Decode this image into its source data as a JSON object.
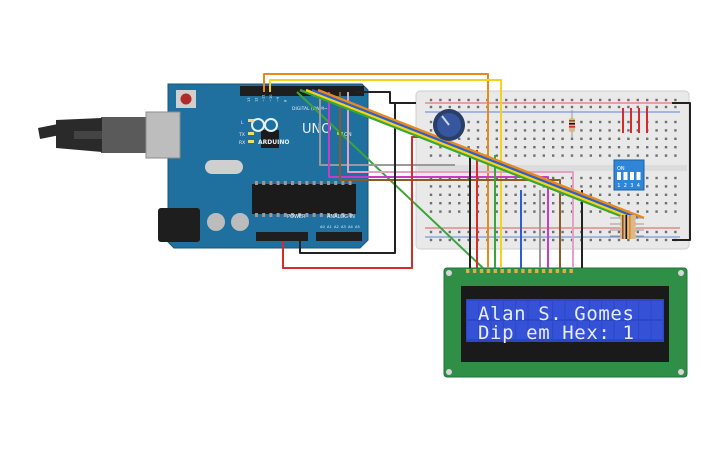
{
  "arduino": {
    "brand": "ARDUINO",
    "model": "UNO",
    "digital_label": "DIGITAL (PWM~)",
    "power_label": "POWER",
    "analog_label": "ANALOG IN",
    "led_labels": [
      "L",
      "TX",
      "RX"
    ],
    "on_label": "ON",
    "aref_label": "AREF",
    "gnd_label": "GND",
    "power_pins": [
      "IOREF",
      "RESET",
      "3V3",
      "5V",
      "GND",
      "GND",
      "VIN"
    ],
    "analog_pins": [
      "A0",
      "A1",
      "A2",
      "A3",
      "A4",
      "A5"
    ],
    "digital_pins": [
      "13",
      "12",
      "~11",
      "~10",
      "~9",
      "8",
      "7",
      "~6",
      "~5",
      "4",
      "~3",
      "2",
      "TX 1",
      "RX 0"
    ]
  },
  "dip_switch": {
    "label": "ON",
    "numbers": [
      "1",
      "2",
      "3",
      "4"
    ]
  },
  "lcd": {
    "line1": "Alan S. Gomes",
    "line2": "Dip em Hex: 1"
  },
  "colors": {
    "board_blue": "#1f6f9f",
    "breadboard": "#e9e9e9",
    "lcd_pcb": "#2f8f46",
    "lcd_screen": "#2b47c8",
    "wire_orange": "#e8891a",
    "wire_yellow": "#f3d31c",
    "wire_green": "#3aa63a",
    "wire_red": "#d62b2b",
    "wire_black": "#222222",
    "wire_gray": "#9a9a9a",
    "wire_magenta": "#c73bc7",
    "wire_brown": "#8b5a2b",
    "wire_pink": "#e6a0c4",
    "wire_blue": "#2a5fd1"
  }
}
